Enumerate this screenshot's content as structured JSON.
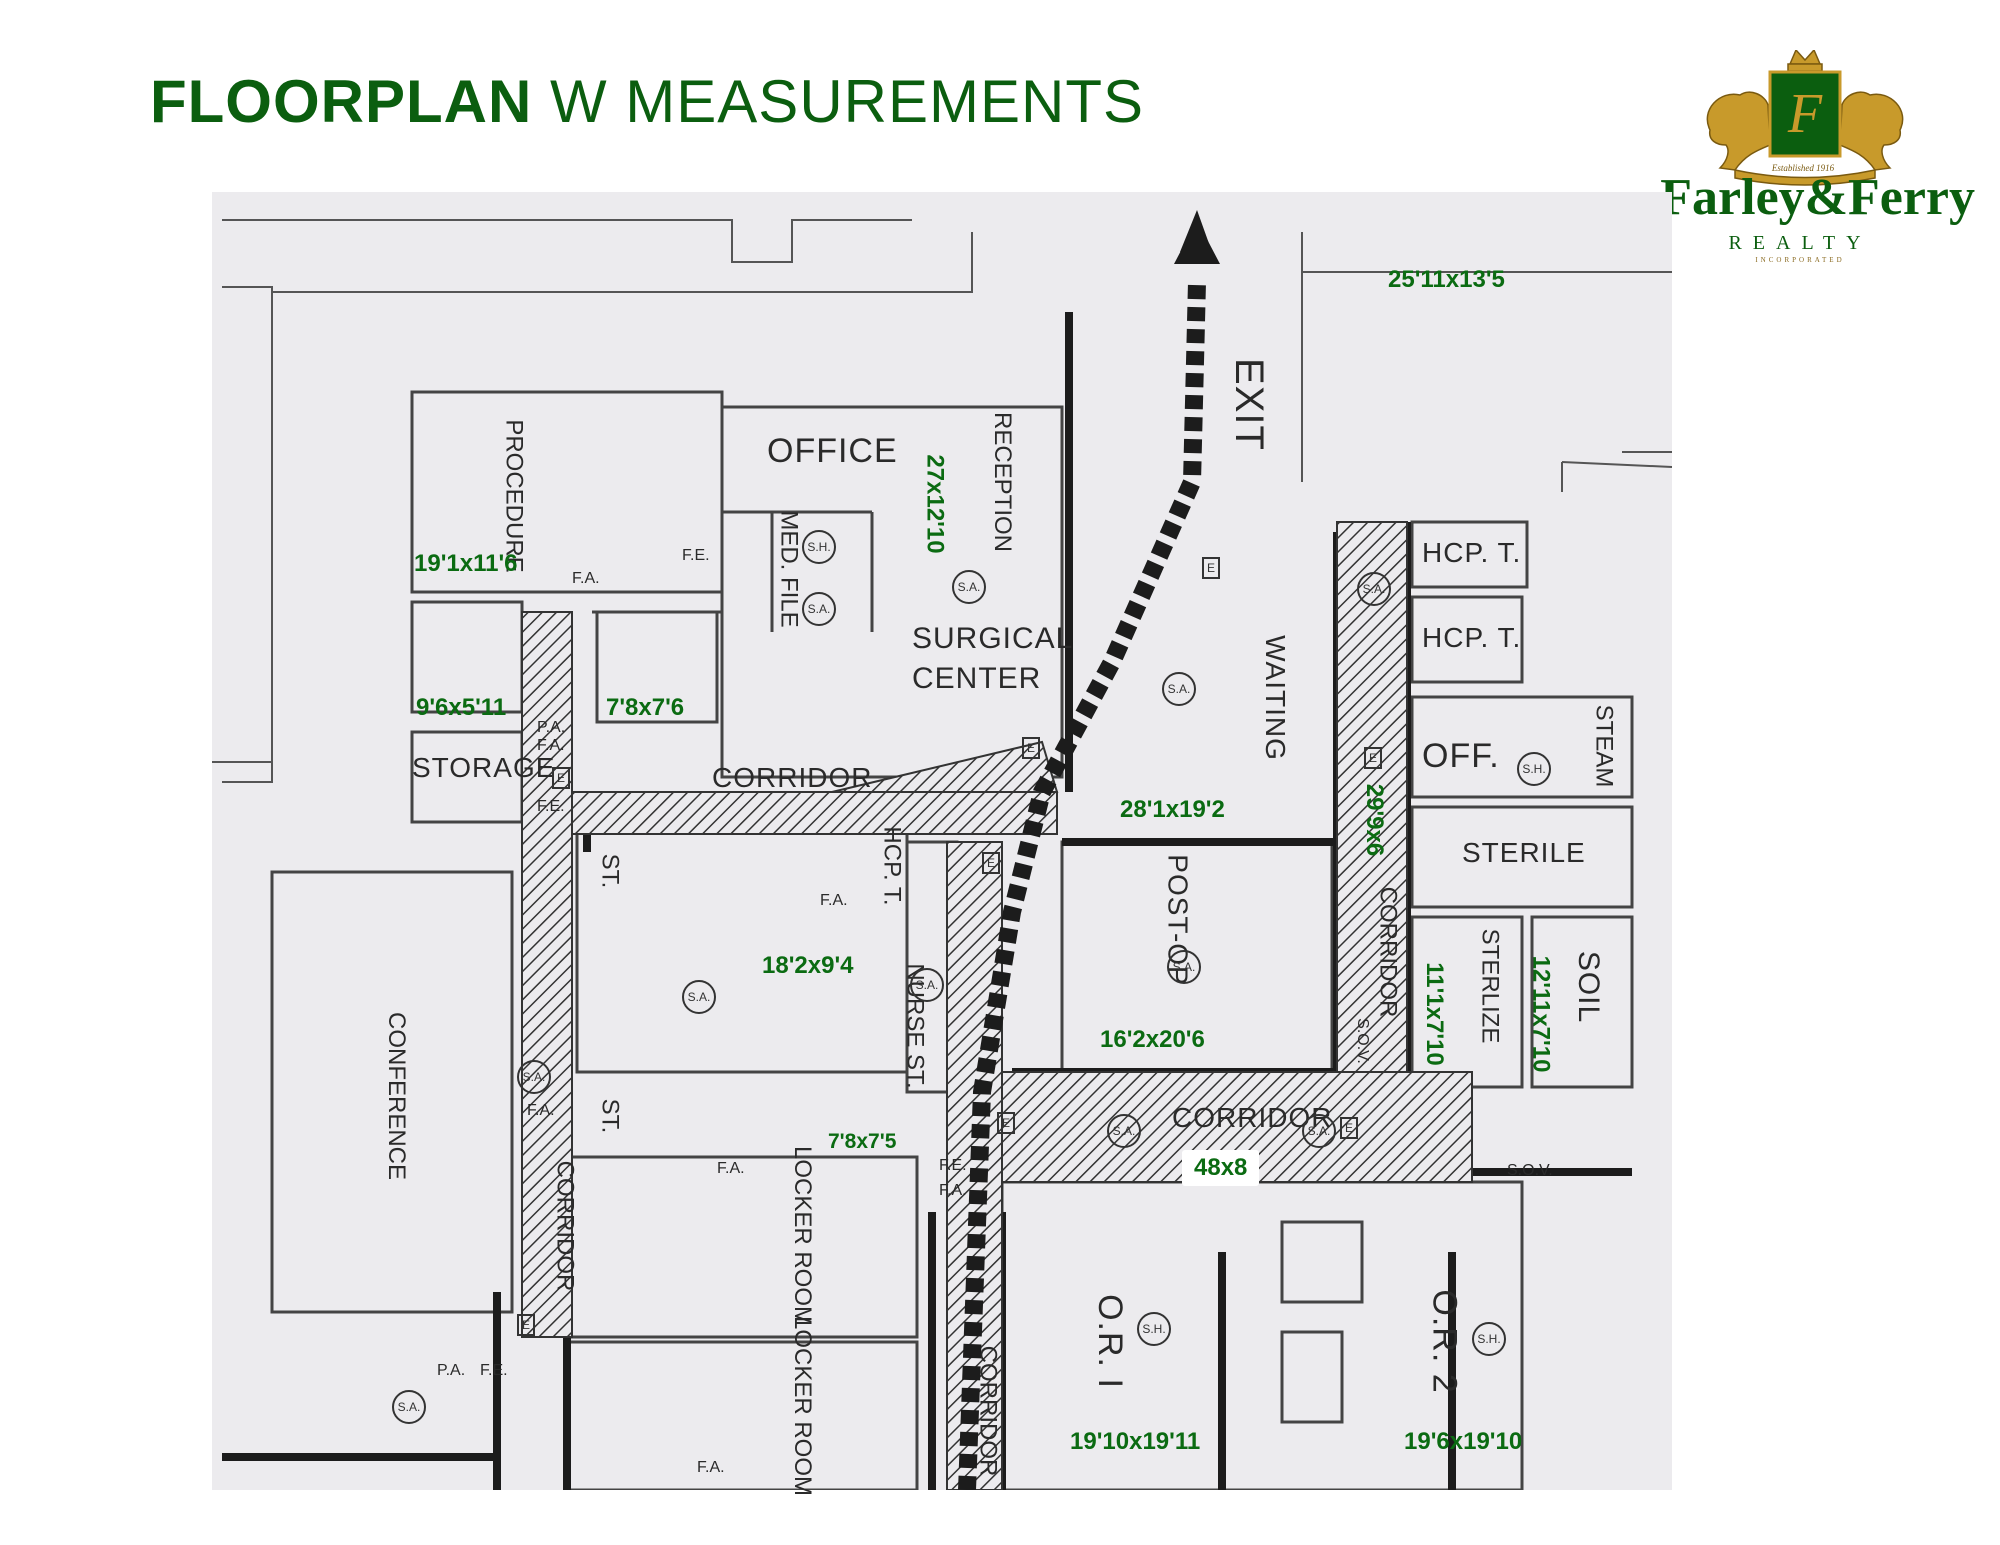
{
  "header": {
    "title_bold": "FLOORPLAN",
    "title_light": "W MEASUREMENTS"
  },
  "logo": {
    "monogram": "F",
    "established": "Established 1916",
    "brand": "Farley&Ferry",
    "realty": "REALTY",
    "inc": "INCORPORATED"
  },
  "colors": {
    "title_green": "#0b5e0f",
    "measure_green": "#0b6b12",
    "paper": "#ecebee",
    "ink": "#2b2b2b",
    "gold": "#b8860b"
  },
  "rooms": {
    "procedure": "PROCEDURE",
    "office": "OFFICE",
    "reception": "RECEPTION",
    "med_file": "MED. FILE",
    "surgical_center_1": "SURGICAL",
    "surgical_center_2": "CENTER",
    "storage": "STORAGE",
    "corridor": "CORRIDOR",
    "exit": "EXIT",
    "waiting": "WAITING",
    "hcp_t": "HCP. T.",
    "off": "OFF.",
    "steam": "STEAM",
    "sterile": "STERILE",
    "sterilize": "STERLIZE",
    "soil": "SOIL",
    "post_op": "POST-OP",
    "nurse_st": "NURSE ST.",
    "st": "ST.",
    "conference": "CONFERENCE",
    "locker_room": "LOCKER ROOM",
    "or1": "O.R. I",
    "or2": "O.R. 2"
  },
  "symbols": {
    "sh": "S.H.",
    "sa": "S.A.",
    "e": "E",
    "fa": "F.A.",
    "fe": "F.E.",
    "pa": "P.A.",
    "sov": "S.O.V."
  },
  "measurements": {
    "top_right": "25'11x13'5",
    "reception": "27x12'10",
    "procedure": "19'1x11'6",
    "small_a": "9'6x5'11",
    "small_b": "7'8x7'6",
    "waiting": "28'1x19'2",
    "corridor_right": "29'9x6",
    "nurse": "18'2x9'4",
    "post_op": "16'2x20'6",
    "sterilize": "11'1x7'10",
    "soil": "12'11x7'10",
    "closet": "7'8x7'5",
    "corridor_main": "48x8",
    "or1": "19'10x19'11",
    "or2": "19'6x19'10"
  }
}
